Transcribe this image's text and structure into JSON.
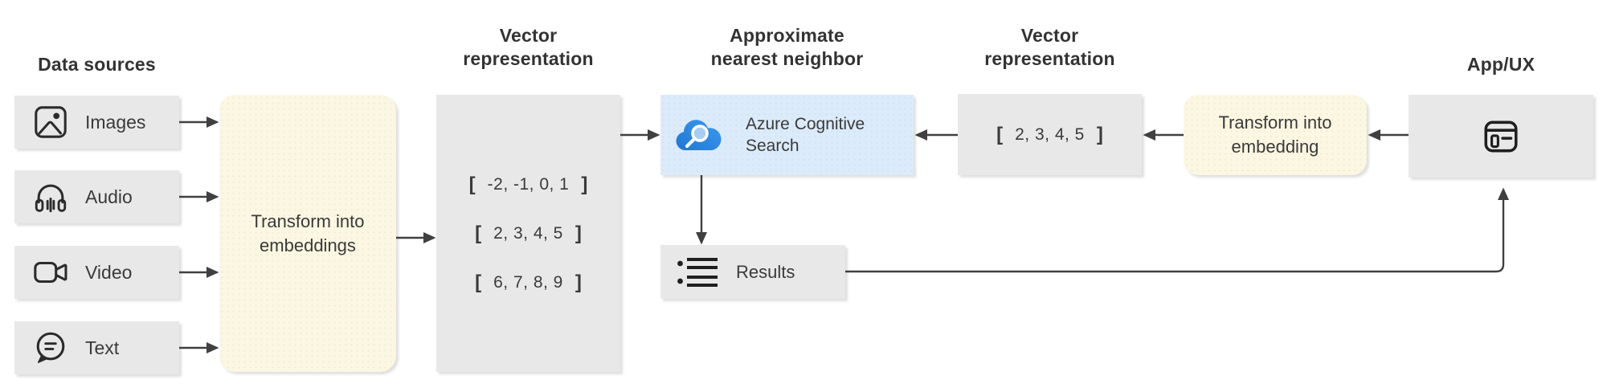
{
  "headers": {
    "data_sources": "Data sources",
    "vector_representation_left": "Vector\nrepresentation",
    "approximate_nearest_neighbor": "Approximate\nnearest neighbor",
    "vector_representation_right": "Vector\nrepresentation",
    "app_ux": "App/UX"
  },
  "sources": {
    "items": [
      {
        "label": "Images",
        "icon": "images-icon"
      },
      {
        "label": "Audio",
        "icon": "audio-icon"
      },
      {
        "label": "Video",
        "icon": "video-icon"
      },
      {
        "label": "Text",
        "icon": "text-icon"
      }
    ]
  },
  "transform_left": {
    "label": "Transform into\nembeddings"
  },
  "transform_right": {
    "label": "Transform into\nembedding"
  },
  "vector_block_left": {
    "bracket_open": "[",
    "bracket_close": "]",
    "rows": [
      "-2, -1, 0, 1",
      "2, 3, 4, 5",
      "6, 7, 8, 9"
    ]
  },
  "vector_block_right": {
    "bracket_open": "[",
    "bracket_close": "]",
    "value": "2, 3, 4, 5"
  },
  "ann_service": {
    "label": "Azure Cognitive\nSearch",
    "icon": "azure-search-cloud-icon"
  },
  "results": {
    "label": "Results",
    "icon": "bulleted-list-icon"
  },
  "app": {
    "icon": "browser-window-icon"
  },
  "colors": {
    "box_gray": "#e8e8e8",
    "box_yellow": "#fbf7e2",
    "box_blue": "#dcebf9",
    "azure_cloud_blue": "#2d8ce2",
    "azure_lens_blue": "#a7cdf3",
    "arrow": "#404040",
    "text": "#3a3a3a",
    "header_text": "#333333",
    "icon_stroke": "#2b2b2b"
  }
}
